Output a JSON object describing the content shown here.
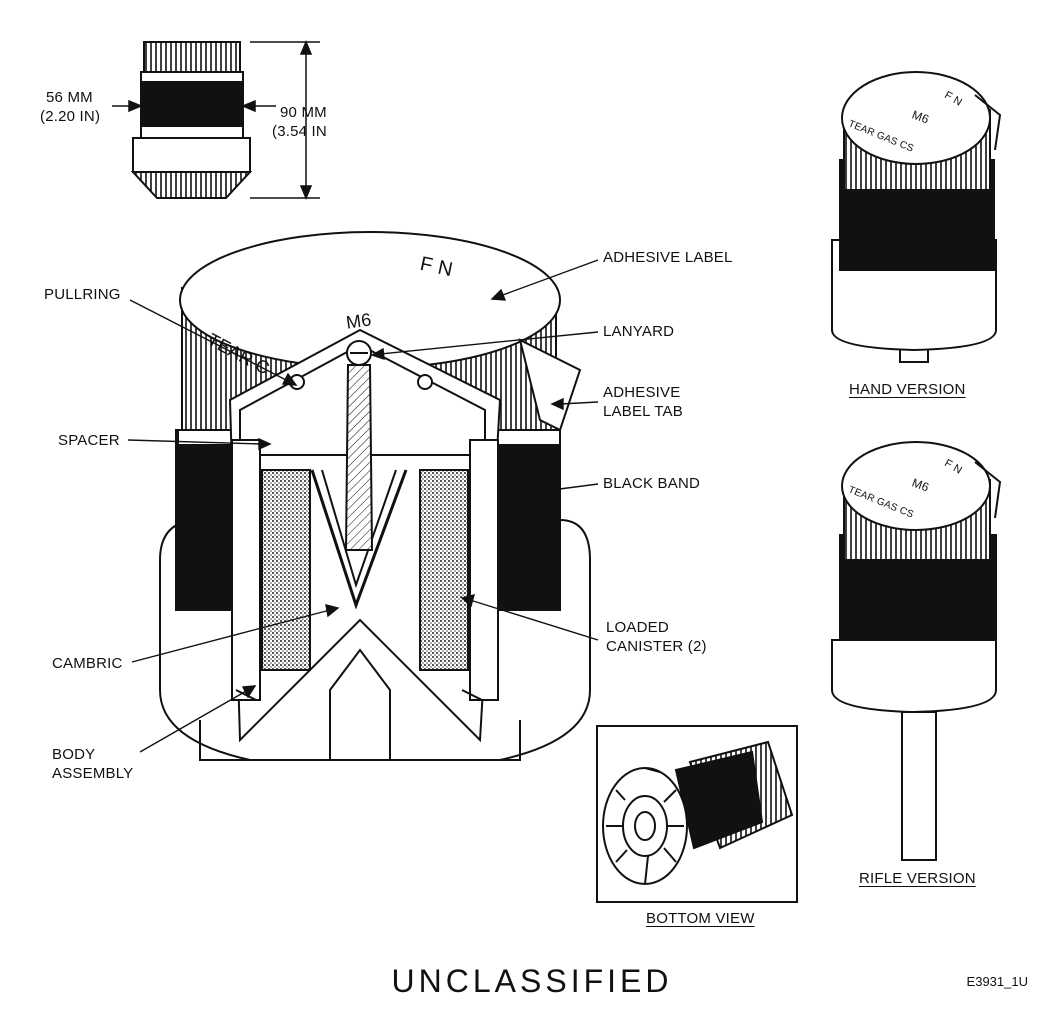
{
  "dimensions": {
    "diameter_mm": "56 MM",
    "diameter_in": "(2.20 IN)",
    "height_mm": "90 MM",
    "height_in": "(3.54 IN"
  },
  "label_text": {
    "fn": "F N",
    "m6": "M6",
    "tear_gas": "TEAR GAS CS",
    "tear_short": "TEAR C"
  },
  "callouts": {
    "pullring": "PULLRING",
    "spacer": "SPACER",
    "cambric": "CAMBRIC",
    "body_assembly_1": "BODY",
    "body_assembly_2": "ASSEMBLY",
    "adhesive_label": "ADHESIVE LABEL",
    "lanyard": "LANYARD",
    "adhesive_label_tab_1": "ADHESIVE",
    "adhesive_label_tab_2": "LABEL TAB",
    "black_band": "BLACK BAND",
    "loaded_canister_1": "LOADED",
    "loaded_canister_2": "CANISTER (2)"
  },
  "views": {
    "hand_version": "HAND VERSION",
    "rifle_version": "RIFLE VERSION",
    "bottom_view": "BOTTOM VIEW"
  },
  "footer": {
    "classification": "UNCLASSIFIED",
    "figure_code": "E3931_1U"
  }
}
